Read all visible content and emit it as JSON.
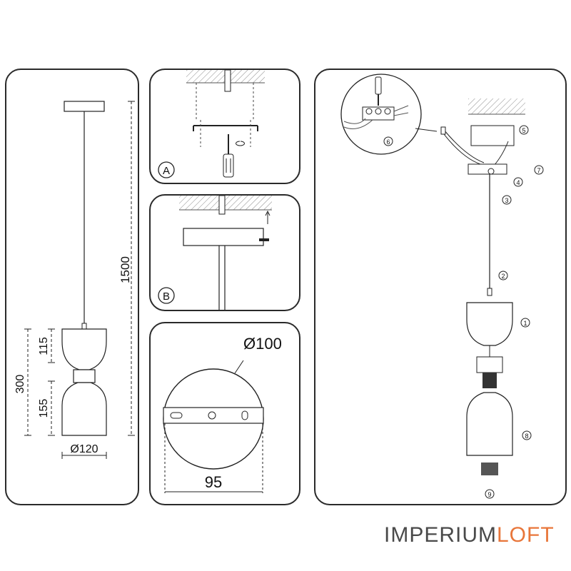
{
  "dimensions": {
    "total_height": "1500",
    "shade_height": "300",
    "top_part": "115",
    "bottom_part": "155",
    "diameter": "Ø120"
  },
  "step_a": {
    "label": "A"
  },
  "step_b": {
    "label": "B"
  },
  "base": {
    "diameter": "Ø100",
    "mount_width": "95"
  },
  "assembly_steps": [
    "1",
    "2",
    "3",
    "4",
    "5",
    "6",
    "7",
    "8",
    "9"
  ],
  "brand": {
    "part1": "IMPERIUM",
    "part2": "LOFT",
    "color1": "#4a4a4a",
    "color2": "#e8763a"
  }
}
